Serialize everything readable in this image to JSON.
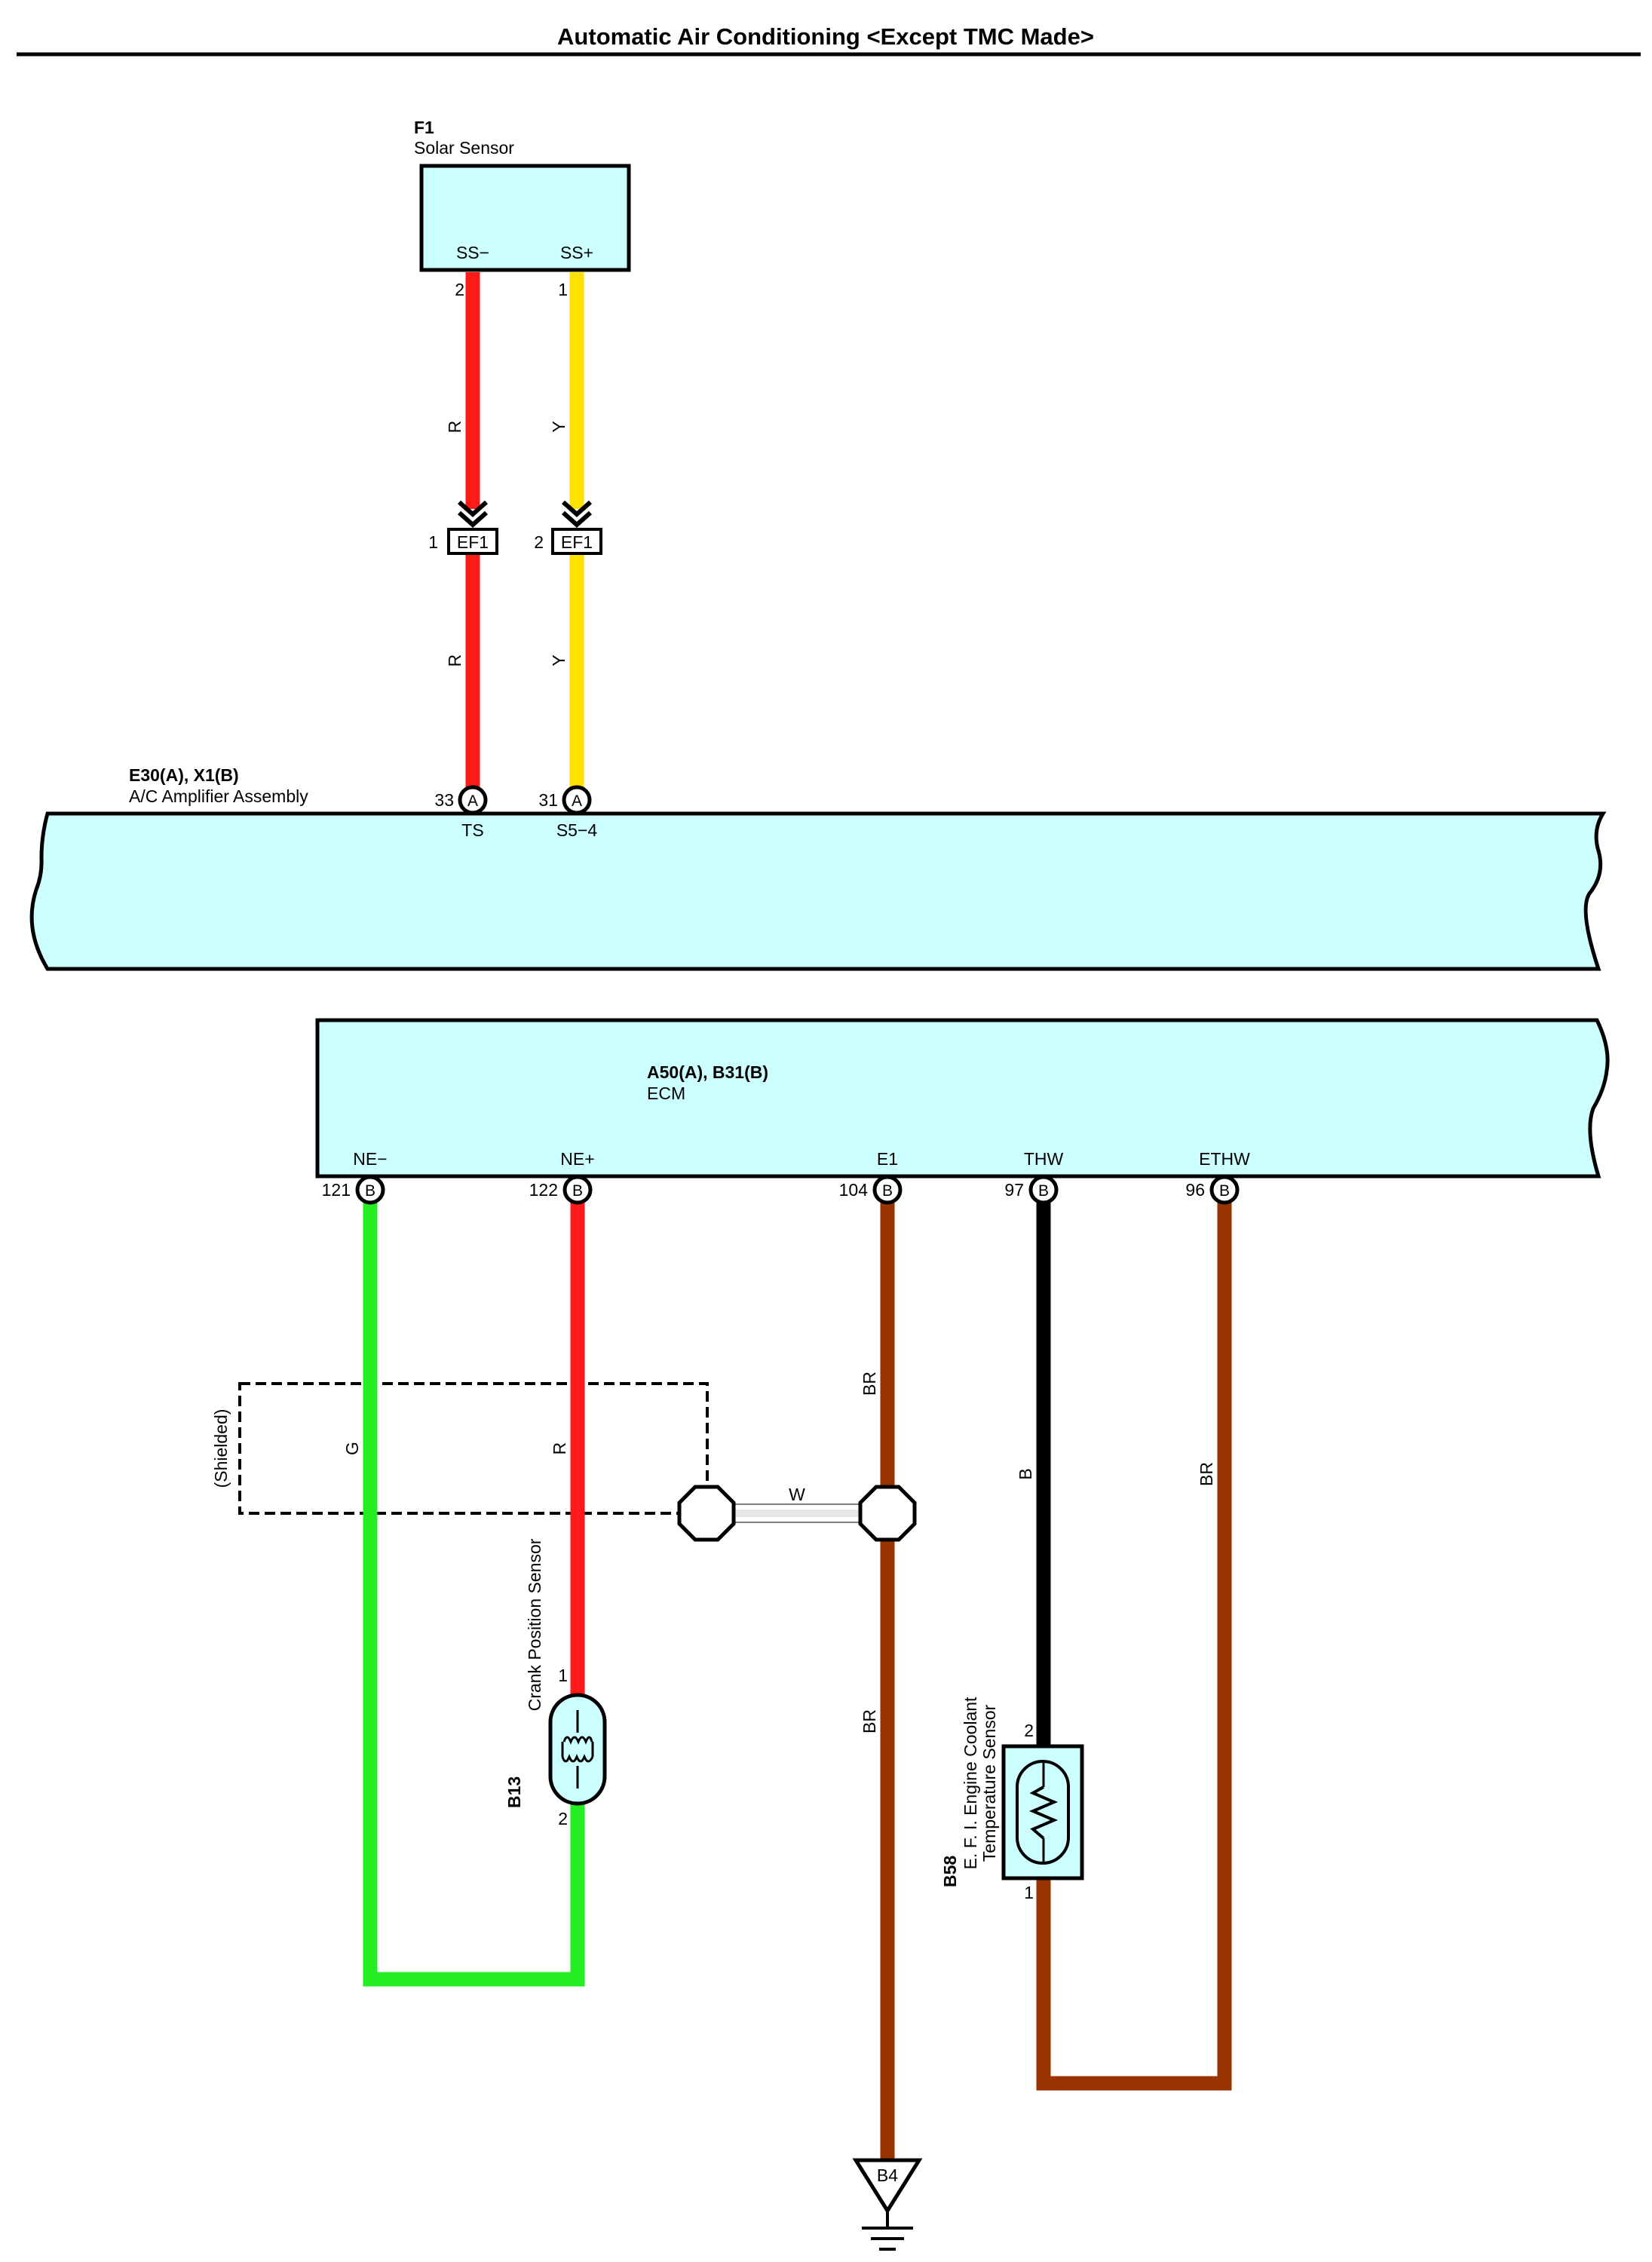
{
  "title": "Automatic Air Conditioning <Except TMC Made>",
  "colors": {
    "R": "#ff1a1a",
    "Y": "#ffe100",
    "G": "#22ee22",
    "BR": "#993300",
    "B": "#000000",
    "W": "#e6e6e6",
    "component_fill": "#ccffff"
  },
  "solar_sensor": {
    "code": "F1",
    "name": "Solar Sensor",
    "pins": [
      {
        "num": "2",
        "label": "SS−",
        "wire": "R"
      },
      {
        "num": "1",
        "label": "SS+",
        "wire": "Y"
      }
    ]
  },
  "connector_ef1": {
    "name": "EF1",
    "pins": [
      "1",
      "2"
    ]
  },
  "ac_amplifier": {
    "code": "E30(A), X1(B)",
    "name": "A/C Amplifier Assembly",
    "pins": [
      {
        "num": "33",
        "conn": "A",
        "label": "TS"
      },
      {
        "num": "31",
        "conn": "A",
        "label": "S5−4"
      }
    ]
  },
  "ecm": {
    "code": "A50(A), B31(B)",
    "name": "ECM",
    "pins": [
      {
        "num": "121",
        "conn": "B",
        "label": "NE−",
        "wire": "G"
      },
      {
        "num": "122",
        "conn": "B",
        "label": "NE+",
        "wire": "R"
      },
      {
        "num": "104",
        "conn": "B",
        "label": "E1",
        "wire": "BR"
      },
      {
        "num": "97",
        "conn": "B",
        "label": "THW",
        "wire": "B"
      },
      {
        "num": "96",
        "conn": "B",
        "label": "ETHW",
        "wire": "BR"
      }
    ]
  },
  "shield": {
    "label": "(Shielded)",
    "wire": "W"
  },
  "crank_sensor": {
    "code": "B13",
    "name": "Crank Position Sensor",
    "pins": [
      "1",
      "2"
    ]
  },
  "coolant_sensor": {
    "code": "B58",
    "name_line1": "E. F. I. Engine Coolant",
    "name_line2": "Temperature Sensor",
    "pins": [
      "2",
      "1"
    ]
  },
  "ground": {
    "label": "B4"
  }
}
